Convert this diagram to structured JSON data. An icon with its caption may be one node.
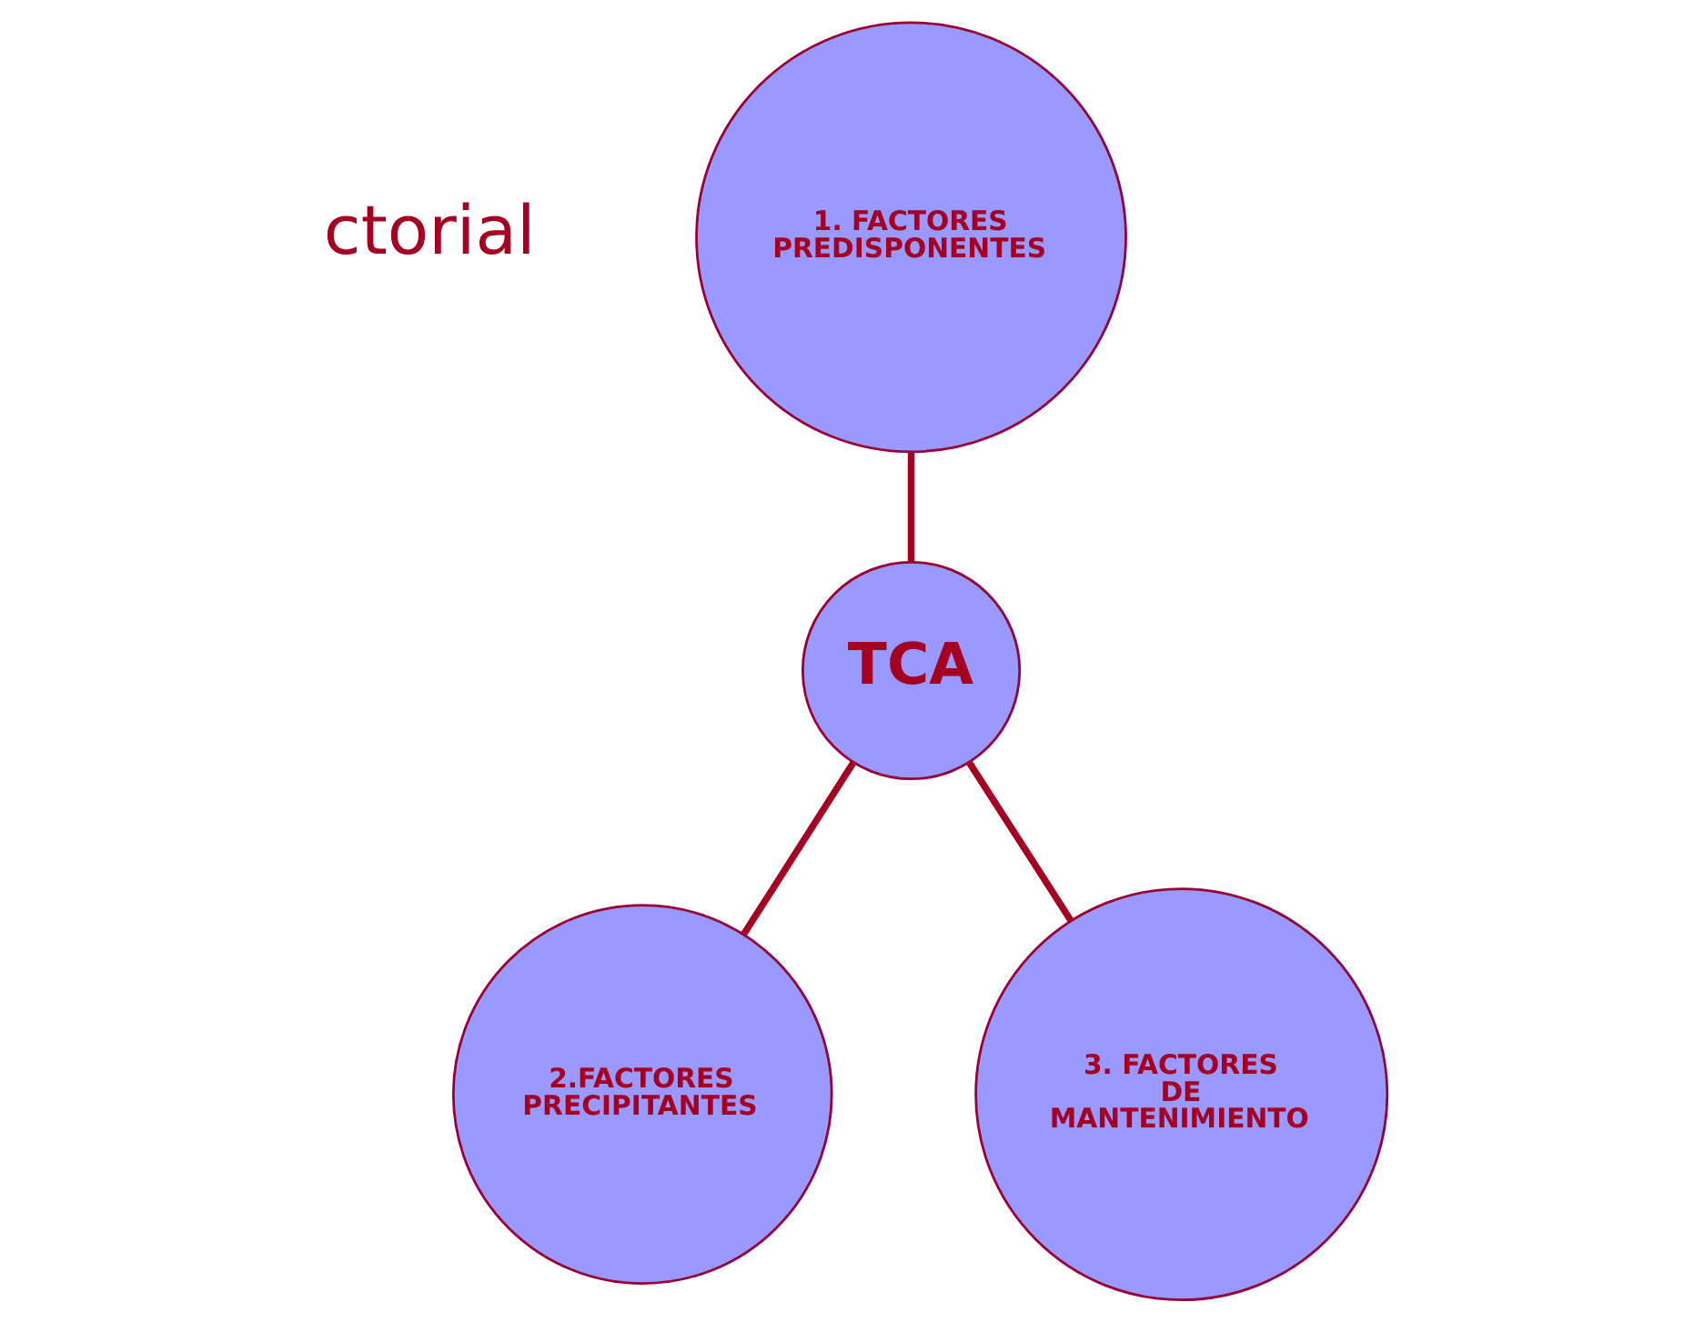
{
  "diagram": {
    "nodes": [
      {
        "text": [
          "1. FACTORES PREDISPONENTES"
        ]
      },
      {
        "text": [
          "TCA"
        ]
      },
      {
        "text": [
          "2.FACTORES PRECIPITANTES"
        ]
      },
      {
        "text": [
          "3. FACTORES DE MANTENIMIENTO"
        ]
      }
    ],
    "edges": [
      {
        "from": 0,
        "to": 1,
        "arrow": "none"
      },
      {
        "from": 1,
        "to": 2,
        "arrow": "none"
      },
      {
        "from": 1,
        "to": 3,
        "arrow": "none"
      }
    ],
    "labels": [
      "ctorial"
    ]
  }
}
